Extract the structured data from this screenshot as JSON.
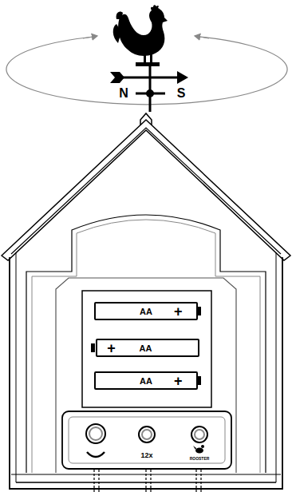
{
  "diagram": {
    "nodes": [
      {
        "text": [
          "AA",
          "+"
        ]
      },
      {
        "text": [
          "+",
          "AA"
        ]
      },
      {
        "text": [
          "AA",
          "+"
        ]
      }
    ],
    "labels": [
      "N",
      "S",
      "12x",
      "ROOSTER"
    ]
  }
}
